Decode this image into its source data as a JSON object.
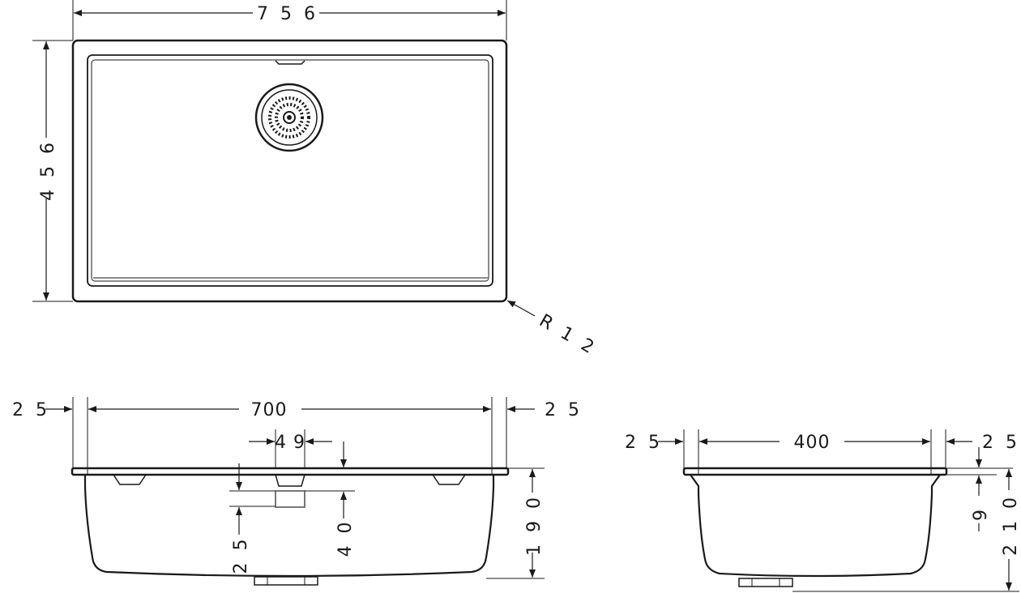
{
  "plan": {
    "width": "7 5 6",
    "height": "4 5 6",
    "radius": "R 1 2"
  },
  "front_section": {
    "left_margin": "2 5",
    "inner_width": "700",
    "right_margin": "2 5",
    "drain_width": "4 9",
    "overflow_offset": "2 5",
    "drain_depth": "4 0",
    "height": "1 9 0"
  },
  "side_section": {
    "left_margin": "2 5",
    "inner_width": "400",
    "right_margin": "2 5",
    "rim": "9",
    "height": "2 1 0"
  }
}
